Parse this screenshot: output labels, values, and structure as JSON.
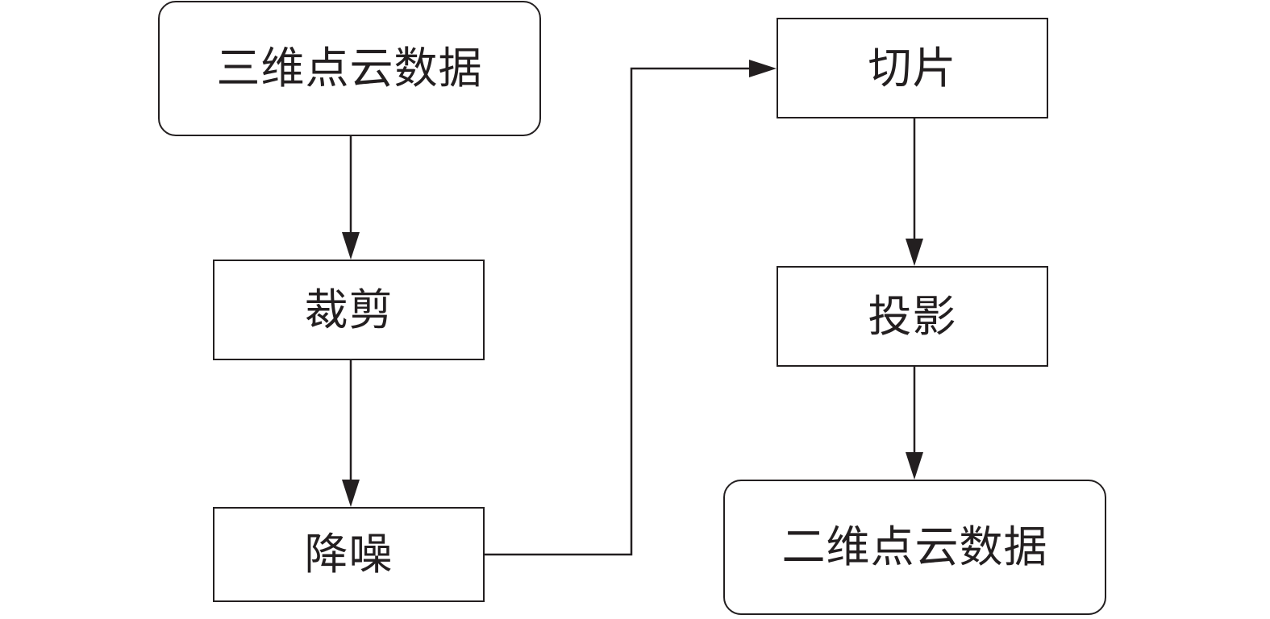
{
  "nodes": {
    "source": "三维点云数据",
    "crop": "裁剪",
    "denoise": "降噪",
    "slice": "切片",
    "project": "投影",
    "target": "二维点云数据"
  },
  "colors": {
    "stroke": "#231f20",
    "background": "#ffffff"
  }
}
